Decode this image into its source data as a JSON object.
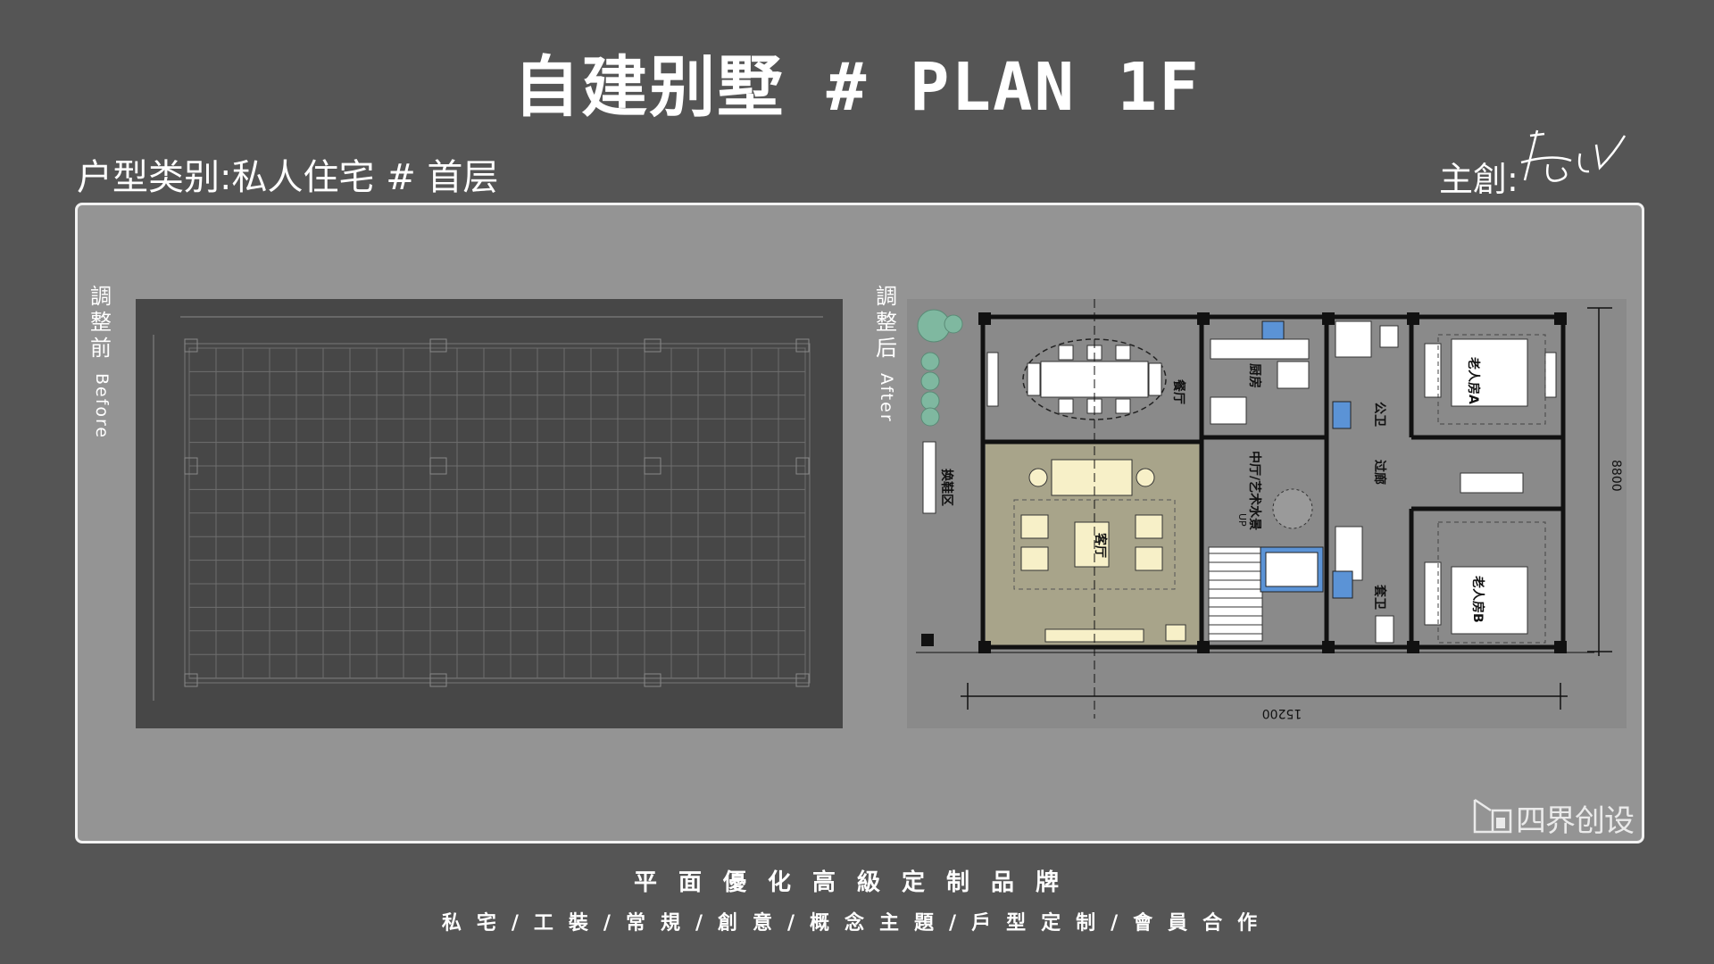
{
  "header": {
    "title": "自建别墅 # PLAN 1F",
    "category": "户型类别:私人住宅 # 首层",
    "designer_label": "主創:"
  },
  "before": {
    "label": "調整前",
    "label_en": "Before"
  },
  "after": {
    "label": "調整后",
    "label_en": "After",
    "rooms": {
      "dining": "餐厅",
      "kitchen": "厨房",
      "public_wc": "公卫",
      "elder_a": "老人房A",
      "foyer": "换鞋区",
      "living": "客厅",
      "hall": "中厅/艺术水景",
      "corridor": "过廊",
      "suite_wc": "套卫",
      "elder_b": "老人房B",
      "up": "UP"
    },
    "dimensions": {
      "width": "15200",
      "depth": "8800"
    }
  },
  "brand": {
    "name": "四界创设"
  },
  "footer": {
    "tagline": "平面優化高級定制品牌",
    "services": "私宅/工裝/常規/創意/概念主題/戶型定制/會員合作"
  }
}
